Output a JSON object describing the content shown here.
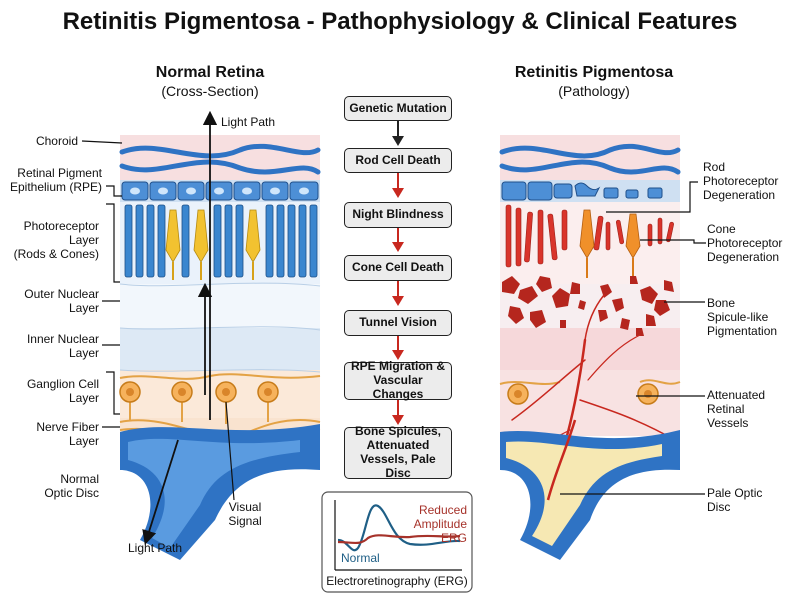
{
  "title": "Retinitis Pigmentosa - Pathophysiology & Clinical Features",
  "normal": {
    "heading": "Normal Retina",
    "subheading": "(Cross-Section)",
    "light_path_top": "Light Path",
    "light_path_bottom": "Light Path",
    "visual_signal": "Visual\nSignal",
    "layers": [
      "Choroid",
      "Retinal Pigment\nEpithelium (RPE)",
      "Photoreceptor\nLayer\n(Rods & Cones)",
      "Outer Nuclear\nLayer",
      "Inner Nuclear\nLayer",
      "Ganglion Cell\nLayer",
      "Nerve Fiber\nLayer",
      "Normal\nOptic Disc"
    ]
  },
  "pathology": {
    "heading": "Retinitis Pigmentosa",
    "subheading": "(Pathology)",
    "labels": [
      "Rod\nPhotoreceptor\nDegeneration",
      "Cone\nPhotoreceptor\nDegeneration",
      "Bone\nSpicule-like\nPigmentation",
      "Attenuated\nRetinal\nVessels",
      "Pale Optic\nDisc"
    ]
  },
  "flow": [
    "Genetic Mutation",
    "Rod Cell Death",
    "Night Blindness",
    "Cone Cell Death",
    "Tunnel Vision",
    "RPE Migration & Vascular Changes",
    "Bone Spicules, Attenuated Vessels, Pale Disc"
  ],
  "erg": {
    "reduced_label": "Reduced\nAmplitude ERG",
    "normal_label": "Normal",
    "caption": "Electroretinography (ERG)"
  },
  "colors": {
    "choroid": "#2f73c4",
    "rpe": "#4d8fd6",
    "rod": "#3a86cf",
    "cone": "#f2c230",
    "nuclear": "#f8d9a8",
    "degeneration": "#d9342b",
    "pigment": "#b5261e",
    "vessel": "#c8281f",
    "optic_normal": "#2f73c4",
    "optic_pale": "#f6e8b3",
    "erg_normal": "#1f5f86",
    "erg_reduced": "#a6322a"
  }
}
